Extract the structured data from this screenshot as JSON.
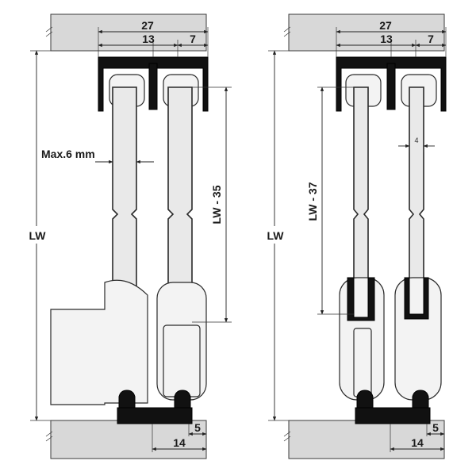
{
  "left_view": {
    "top_width": "27",
    "mid_width": "13",
    "small_width": "7",
    "total_height": "LW",
    "glass_height": "LW - 35",
    "glass_thickness": "Max.6 mm",
    "bottom_width": "14",
    "bottom_small": "5"
  },
  "right_view": {
    "top_width": "27",
    "mid_width": "13",
    "small_width": "7",
    "total_height": "LW",
    "glass_height": "LW - 37",
    "glass_thickness": "4",
    "bottom_width": "14",
    "bottom_small": "5"
  },
  "colors": {
    "wall": "#d8d8d8",
    "glass": "#e9e9e9",
    "dark_parts": "#111111"
  }
}
